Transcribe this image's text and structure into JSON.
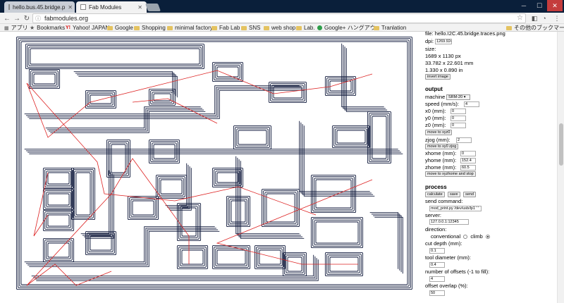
{
  "tabs": [
    {
      "title": "hello.bus.45.bridge.p",
      "active": false
    },
    {
      "title": "Fab Modules",
      "active": true
    }
  ],
  "window": {
    "minimize": "─",
    "maximize": "☐",
    "close": "✕"
  },
  "toolbar": {
    "back": "←",
    "forward": "→",
    "reload": "↻",
    "url": "fabmodules.org",
    "star": "☆"
  },
  "bookmarks": [
    {
      "label": "アプリ",
      "icon": "apps-grid-icon"
    },
    {
      "label": "Bookmarks",
      "icon": "star-icon"
    },
    {
      "label": "Yahoo! JAPAN",
      "icon": "yahoo-icon"
    },
    {
      "label": "Google",
      "icon": "folder-icon"
    },
    {
      "label": "Shopping",
      "icon": "folder-icon"
    },
    {
      "label": "minimal factory",
      "icon": "folder-icon"
    },
    {
      "label": "Fab Lab",
      "icon": "folder-icon"
    },
    {
      "label": "SNS",
      "icon": "folder-icon"
    },
    {
      "label": "web shop",
      "icon": "folder-icon"
    },
    {
      "label": "Lab.",
      "icon": "folder-icon"
    },
    {
      "label": "Google+ ハングアウ",
      "icon": "hangouts-icon"
    },
    {
      "label": "Tranlation",
      "icon": "folder-icon"
    },
    {
      "label": "その他のブックマーク",
      "icon": "folder-icon"
    }
  ],
  "panel": {
    "file_line": "file: hello.I2C.45.bridge.traces.png",
    "dpi_label": "dpi:",
    "dpi_value": "1269.924",
    "size_label": "size:",
    "size_px": "1689 x 1130 px",
    "size_mm": "33.782 x 22.601 mm",
    "size_in": "1.330 x 0.890 in",
    "invert_button": "invert image",
    "output_title": "output",
    "machine_label": "machine",
    "machine_value": "SRM-20 ▾",
    "speed_label": "speed (mm/s):",
    "speed_value": "4",
    "x0_label": "x0 (mm):",
    "x0_value": "0",
    "y0_label": "y0 (mm):",
    "y0_value": "0",
    "z0_label": "z0 (mm):",
    "z0_value": "0",
    "move_xyz0": "move to xyz0",
    "zjog_label": "zjog (mm):",
    "zjog_value": "2",
    "move_xy0": "move to xy0 zjog",
    "xhome_label": "xhome (mm):",
    "xhome_value": "0",
    "yhome_label": "yhome (mm):",
    "yhome_value": "152.4",
    "zhome_label": "zhome (mm):",
    "zhome_value": "60.5",
    "move_home": "move to xyzhome and stop",
    "process_title": "process",
    "calculate": "calculate",
    "save": "save",
    "send": "send",
    "send_command_label": "send command:",
    "send_command_value": "mod_print.py /dev/usb/lp1 ' '",
    "server_label": "server:",
    "server_value": "127.0.0.1:12345",
    "direction_label": "direction:",
    "conventional": "conventional",
    "climb": "climb",
    "cut_depth_label": "cut depth (mm):",
    "cut_depth_value": "0.1",
    "tool_diameter_label": "tool diameter (mm):",
    "tool_diameter_value": "0.4",
    "offsets_label": "number of offsets (-1 to fill):",
    "offsets_value": "4",
    "overlap_label": "offset overlap (%):",
    "overlap_value": "50"
  },
  "colors": {
    "trace": "#101a3c",
    "path": "#dd2222",
    "tab_active": "#f2f2f2",
    "titlebar": "#0a1f3a"
  }
}
